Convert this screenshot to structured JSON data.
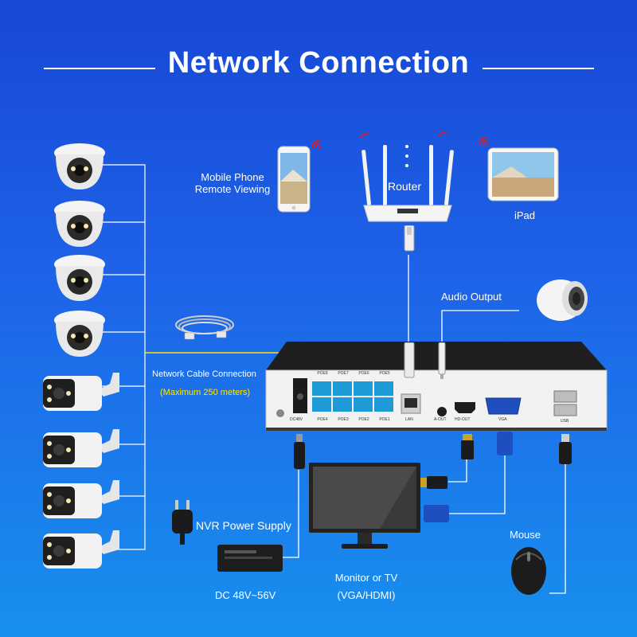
{
  "title": "Network Connection",
  "labels": {
    "mobile_line1": "Mobile Phone",
    "mobile_line2": "Remote Viewing",
    "router": "Router",
    "ipad": "iPad",
    "audio": "Audio Output",
    "cable_line1": "Network Cable Connection",
    "cable_line2": "(Maximum 250 meters)",
    "power": "NVR Power Supply",
    "dc": "DC 48V~56V",
    "monitor_line1": "Monitor or TV",
    "monitor_line2": "(VGA/HDMI)",
    "mouse": "Mouse"
  },
  "nvr_ports": {
    "poe_top": [
      "POE8",
      "POE7",
      "POE6",
      "POE5"
    ],
    "poe_bottom": [
      "POE4",
      "POE3",
      "POE2",
      "POE1"
    ],
    "dc": "DC48V",
    "lan": "LAN",
    "audio_out": "A-OUT",
    "hdmi": "HD-OUT",
    "vga": "VGA",
    "usb": "USB"
  },
  "colors": {
    "background_top": "#1747d6",
    "background_bottom": "#1890ee",
    "network_cable_line": "#ffe600",
    "poe_port": "#1f9ad8"
  },
  "icons": [
    "dome-camera",
    "bullet-camera",
    "smartphone",
    "router",
    "ipad",
    "speaker",
    "nvr",
    "monitor",
    "mouse",
    "power-adapter",
    "network-cable",
    "wifi-signal"
  ]
}
